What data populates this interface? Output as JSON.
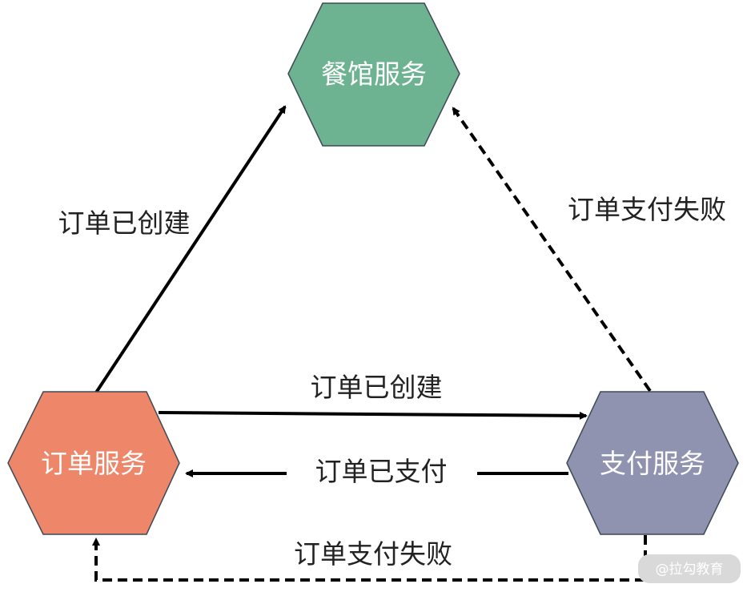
{
  "nodes": {
    "restaurant": {
      "label": "餐馆服务",
      "color": "#6db392"
    },
    "order": {
      "label": "订单服务",
      "color": "#ee8669"
    },
    "payment": {
      "label": "支付服务",
      "color": "#8f93b0"
    }
  },
  "edges": {
    "order_to_restaurant": {
      "label": "订单已创建",
      "style": "solid"
    },
    "payment_to_restaurant": {
      "label": "订单支付失败",
      "style": "dashed"
    },
    "order_to_payment": {
      "label": "订单已创建",
      "style": "solid"
    },
    "payment_to_order": {
      "label": "订单已支付",
      "style": "solid"
    },
    "payment_to_order_failed": {
      "label": "订单支付失败",
      "style": "dashed"
    }
  },
  "watermark": {
    "text": "@拉勾教育"
  },
  "colors": {
    "node_stroke": "#3f4a55",
    "arrow": "#000000",
    "label_text": "#222222",
    "watermark_bg": "#d9d9d9"
  }
}
